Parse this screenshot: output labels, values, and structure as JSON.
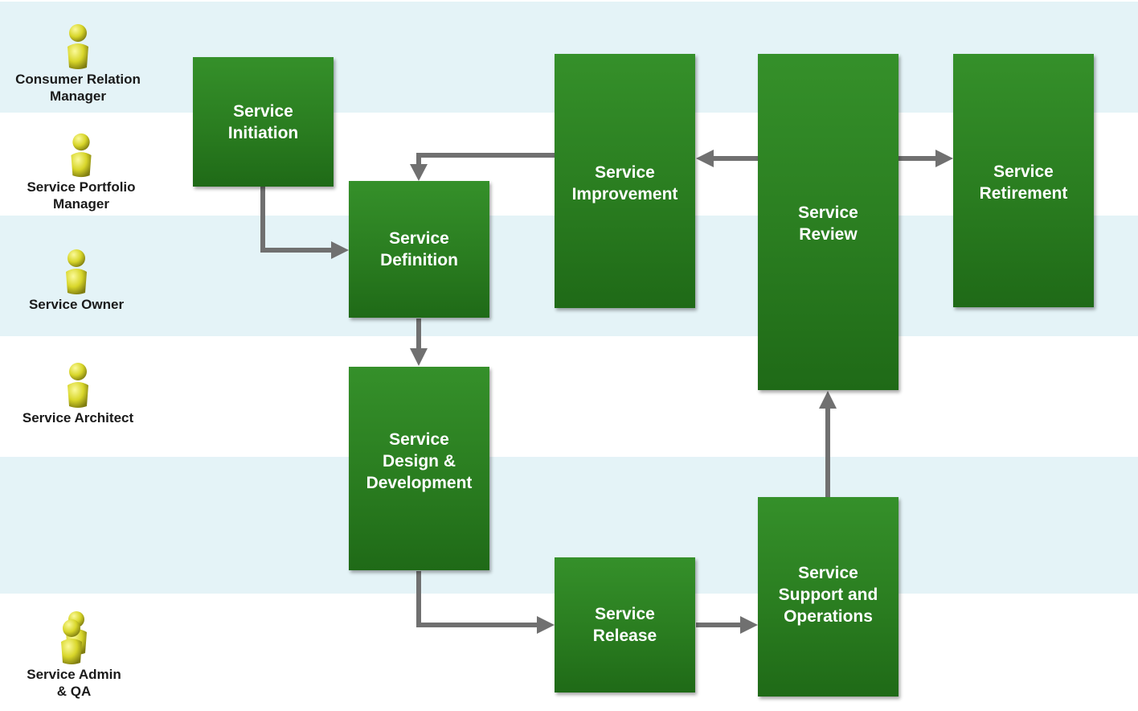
{
  "colors": {
    "lane_tint": "#e4f3f7",
    "box_green": "#2a7d20",
    "box_text": "#ffffff",
    "arrow": "#707070",
    "person_icon": "#d8d62a"
  },
  "roles": [
    {
      "label": "Consumer Relation\nManager",
      "icon": "person-icon"
    },
    {
      "label": "Service Portfolio\nManager",
      "icon": "person-icon"
    },
    {
      "label": "Service Owner",
      "icon": "person-icon"
    },
    {
      "label": "Service Architect",
      "icon": "person-icon"
    },
    {
      "label": "",
      "icon": ""
    },
    {
      "label": "Service Admin\n& QA",
      "icon": "person-group-icon"
    }
  ],
  "stages": {
    "initiation": "Service\nInitiation",
    "definition": "Service\nDefinition",
    "design": "Service\nDesign &\nDevelopment",
    "release": "Service\nRelease",
    "support": "Service\nSupport and\nOperations",
    "review": "Service\nReview",
    "improvement": "Service\nImprovement",
    "retirement": "Service\nRetirement"
  }
}
